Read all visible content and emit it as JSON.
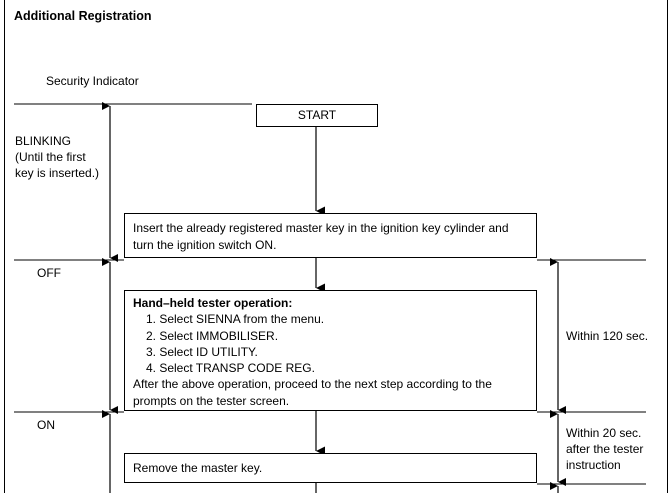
{
  "title": "Additional Registration",
  "indicator_heading": "Security Indicator",
  "states": {
    "blinking": "BLINKING",
    "blinking_note_1": "(Until the first",
    "blinking_note_2": "key is inserted.)",
    "off": "OFF",
    "on": "ON"
  },
  "start_label": "START",
  "step1": {
    "line1": "Insert the already registered master key in the ignition key cylinder and",
    "line2": "turn the ignition switch ON."
  },
  "step2": {
    "heading": "Hand–held tester operation:",
    "items": [
      "1. Select SIENNA from the menu.",
      "2. Select IMMOBILISER.",
      "3. Select ID UTILITY.",
      "4. Select TRANSP CODE REG."
    ],
    "tail_1": "After the above operation, proceed to the next step according to the",
    "tail_2": "prompts on the tester screen."
  },
  "step3": {
    "line1": "Remove the master key."
  },
  "timing": {
    "within_120": "Within 120 sec.",
    "within_20_1": "Within 20 sec.",
    "within_20_2": "after the tester",
    "within_20_3": "instruction"
  }
}
